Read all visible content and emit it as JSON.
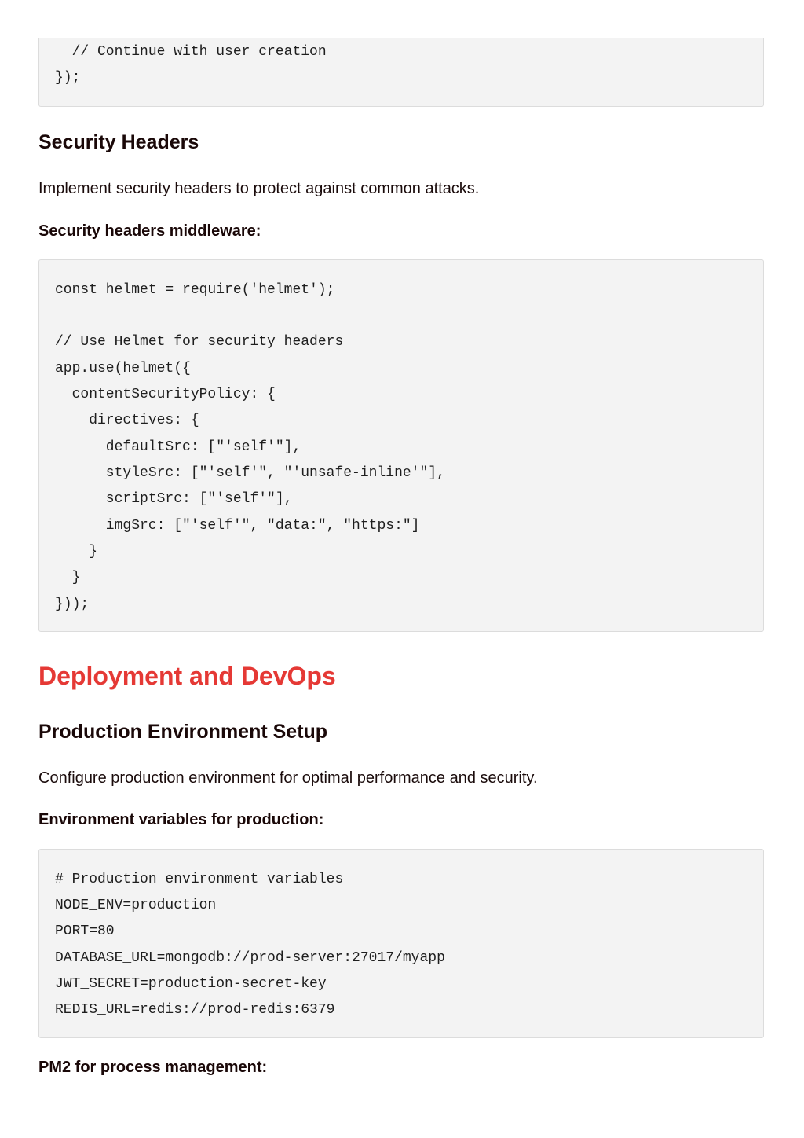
{
  "blocks": {
    "top_code": {
      "lines": [
        "  // Continue with user creation",
        "});"
      ]
    },
    "security_headers": {
      "heading": "Security Headers",
      "description": "Implement security headers to protect against common attacks.",
      "label": "Security headers middleware:",
      "code_lines": [
        "const helmet = require('helmet');",
        "",
        "// Use Helmet for security headers",
        "app.use(helmet({",
        "  contentSecurityPolicy: {",
        "    directives: {",
        "      defaultSrc: [\"'self'\"],",
        "      styleSrc: [\"'self'\", \"'unsafe-inline'\"],",
        "      scriptSrc: [\"'self'\"],",
        "      imgSrc: [\"'self'\", \"data:\", \"https:\"]",
        "    }",
        "  }",
        "}));"
      ]
    },
    "deployment": {
      "heading": "Deployment and DevOps"
    },
    "production_env": {
      "heading": "Production Environment Setup",
      "description": "Configure production environment for optimal performance and security.",
      "label": "Environment variables for production:",
      "code_lines": [
        "# Production environment variables",
        "NODE_ENV=production",
        "PORT=80",
        "DATABASE_URL=mongodb://prod-server:27017/myapp",
        "JWT_SECRET=production-secret-key",
        "REDIS_URL=redis://prod-redis:6379"
      ]
    },
    "pm2": {
      "label": "PM2 for process management:"
    }
  },
  "colors": {
    "accent_heading": "#e53935",
    "code_background": "#f3f3f3",
    "text": "#1a0b0b"
  }
}
